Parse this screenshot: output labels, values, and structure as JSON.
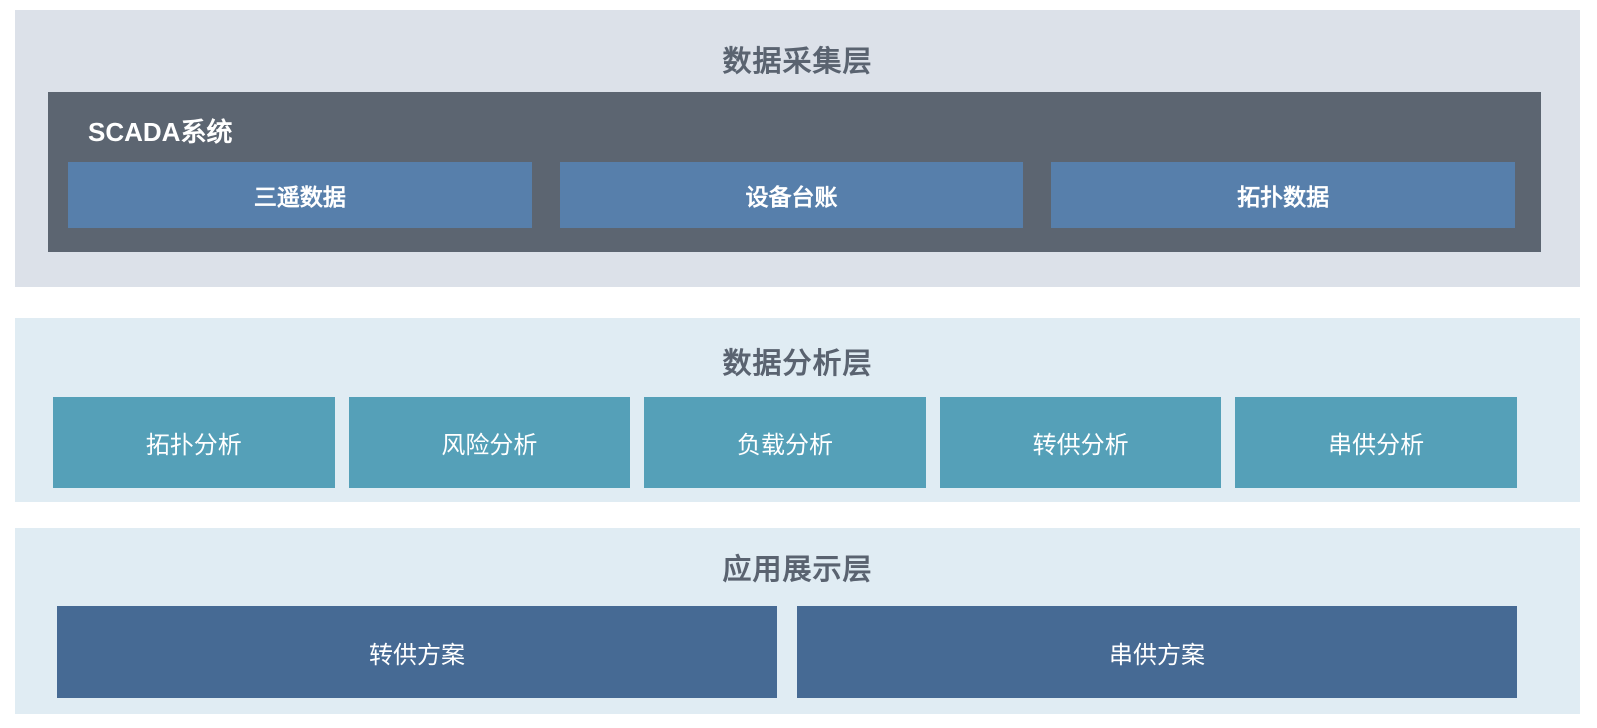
{
  "collection_layer": {
    "title": "数据采集层",
    "scada": {
      "label": "SCADA系统",
      "boxes": [
        "三遥数据",
        "设备台账",
        "拓扑数据"
      ]
    }
  },
  "analysis_layer": {
    "title": "数据分析层",
    "boxes": [
      "拓扑分析",
      "风险分析",
      "负载分析",
      "转供分析",
      "串供分析"
    ]
  },
  "application_layer": {
    "title": "应用展示层",
    "boxes": [
      "转供方案",
      "串供方案"
    ]
  },
  "colors": {
    "collection_panel_bg": "#dce1e9",
    "scada_bg": "#5c6571",
    "scada_item_bg": "#577fab",
    "light_panel_bg": "#e0ecf3",
    "analysis_item_bg": "#55a0b8",
    "application_item_bg": "#466a94",
    "title_text": "#5a6370",
    "item_text": "#ffffff"
  }
}
